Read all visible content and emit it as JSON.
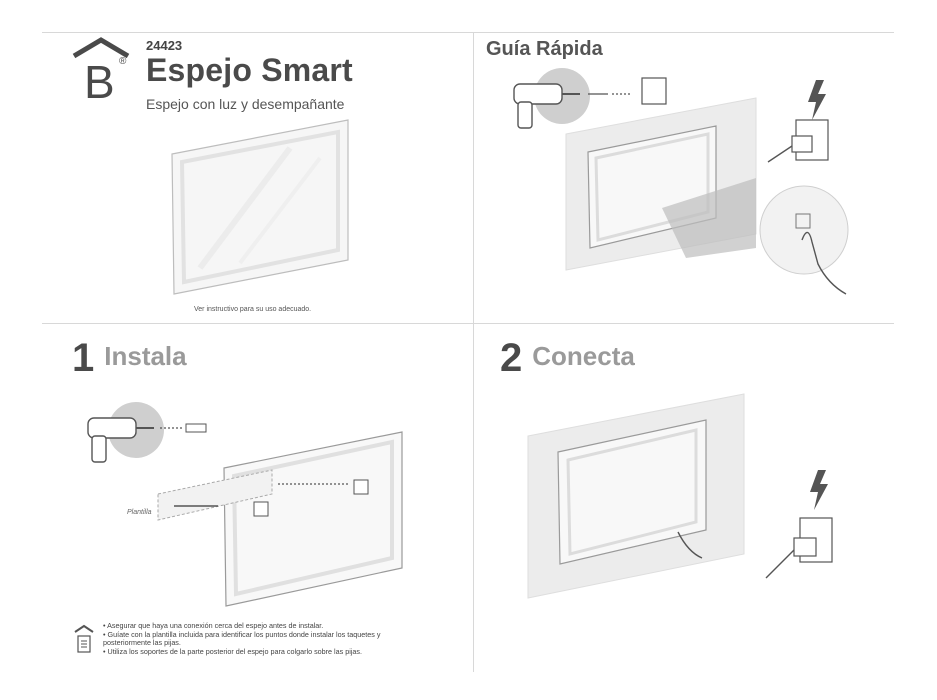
{
  "header": {
    "product_code": "24423",
    "title": "Espejo Smart",
    "subtitle": "Espejo con luz y desempañante",
    "registered_mark": "®"
  },
  "intro_note": "Ver instructivo para su uso adecuado.",
  "quick_guide": {
    "title": "Guía Rápida"
  },
  "step1": {
    "number": "1",
    "label": "Instala",
    "template_label": "Plantilla"
  },
  "step2": {
    "number": "2",
    "label": "Conecta"
  },
  "instructions": [
    "• Asegurar que haya una conexión cerca del espejo antes de instalar.",
    "• Guíate con la plantilla incluida para identificar los puntos donde instalar los taquetes y posteriormente las pijas.",
    "• Utiliza los soportes de la parte posterior del espejo para colgarlo sobre las pijas."
  ],
  "icons": {
    "brand": "brand-b-logo-icon",
    "manual": "manual-book-icon",
    "drill": "drill-icon",
    "plug": "plug-icon",
    "lightning": "lightning-icon"
  },
  "colors": {
    "text": "#4a4a4a",
    "muted": "#9a9a9a",
    "line": "#d8d8d8",
    "tile": "#e6e6e6"
  }
}
